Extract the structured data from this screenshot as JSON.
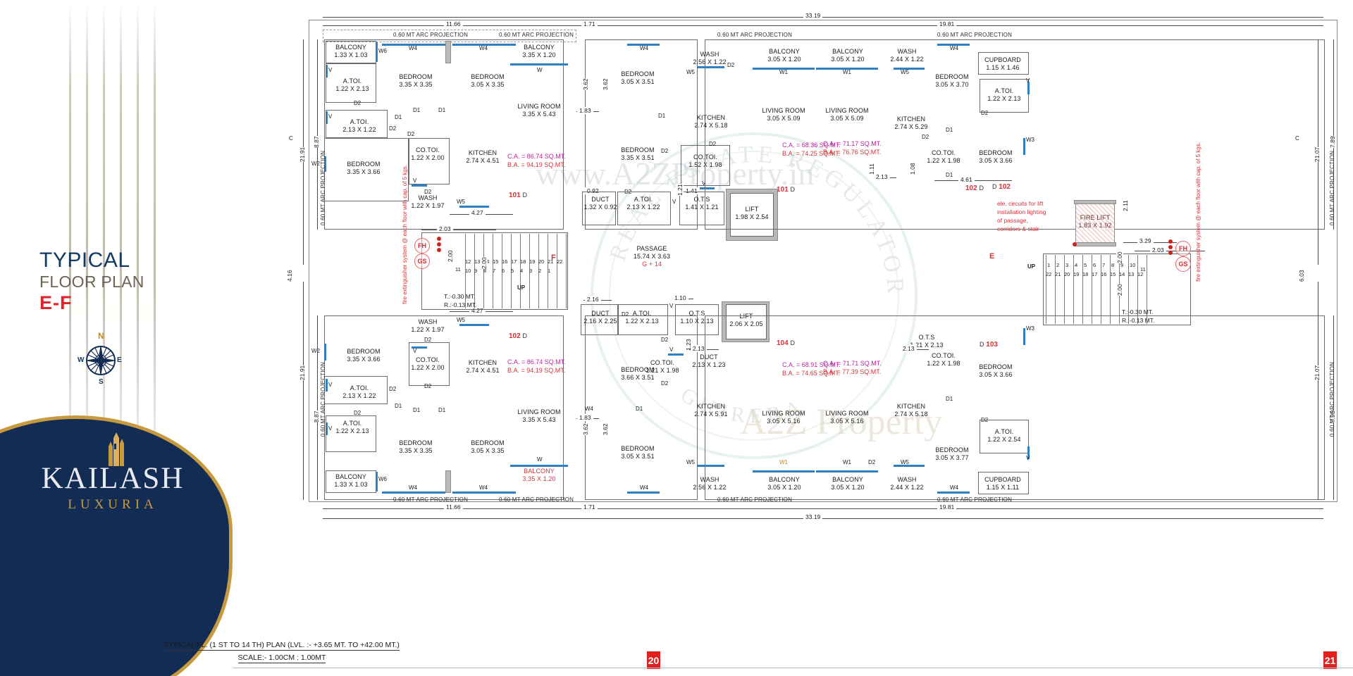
{
  "title_panel": {
    "line1": "TYPICAL",
    "line2": "FLOOR PLAN",
    "line3": "E-F",
    "compass": {
      "n": "N",
      "s": "S",
      "e": "E",
      "w": "W"
    },
    "logo": {
      "name": "KAILASH",
      "sub": "LUXURIA"
    }
  },
  "footer": {
    "plan_title": "TYPICAL FL. (1 ST TO 14 TH) PLAN (LVL. :- +3.65 MT. TO +42.00 MT.)",
    "scale": "SCALE:- 1.00CM : 1.00MT",
    "page_left": "20",
    "page_right": "21"
  },
  "watermarks": {
    "seal": "GUJRERA",
    "brand": "A2Z Property",
    "site": "www.A2ZProperty.in",
    "authority": "REAL ESTATE REGULATORY AUTHORITY"
  },
  "notes": {
    "arc_projection": "0.60 MT ARC PROJECTION",
    "tread_riser": "T.:-0.30 MT.\nR.:-0.13 MT.",
    "tread": "T.:-0.30 MT.",
    "riser": "R.:-0.13 MT.",
    "fire_ext": "fire extinguisher system @ each floor with cap. of 5 kgs.",
    "ele_circuit": "ele. circuits for lift installation lighting of passage, corridors & stair",
    "up": "UP",
    "fh": "FH",
    "gs": "GS"
  },
  "overall_dims": {
    "top_total": "33.19",
    "top_left_span": "11.66",
    "top_mid_span": "1.71",
    "top_right_span": "19.81",
    "bottom_total": "33.19",
    "bottom_left_span": "11.66",
    "bottom_mid_span": "1.71",
    "bottom_right_span": "19.81",
    "left_upper": "8.87",
    "left_lower": "8.87",
    "left_total_upper": "21.91",
    "left_total_lower": "21.91",
    "left_small": "4.16",
    "right_upper": "7.89",
    "right_lower": "7.95",
    "right_total_upper": "21.07",
    "right_total_lower": "21.07",
    "right_small": "6.03",
    "grid_c_left": "C",
    "grid_c_right": "C",
    "stair_width_left": "2.03",
    "stair_width_right": "2.03",
    "stair_run": "2.00",
    "stair_span": "4.27",
    "lobby_327": "3.29",
    "dim_461": "4.61",
    "dim_213": "2.13",
    "dim_111": "1.11",
    "dim_108": "1.08",
    "dim_211": "2.11",
    "dim_183": "1.83",
    "dim_362": "3.62",
    "dim_092": "0.92",
    "dim_141": "1.41",
    "dim_121": "1.21",
    "dim_110": "1.10",
    "dim_216": "2.16",
    "dim_123": "1.23"
  },
  "units": [
    {
      "label": "101",
      "suffix": "D",
      "ca": "C.A. = 86.74 SQ.MT.",
      "ba": "B.A. = 94.19 SQ.MT."
    },
    {
      "label": "102",
      "suffix": "D",
      "ca": "C.A. = 86.74 SQ.MT.",
      "ba": "B.A. = 94.19 SQ.MT."
    },
    {
      "label": "101",
      "suffix": "D",
      "ca": "C.A. = 68.36 SQ.MT.",
      "ba": "B.A. = 74.25 SQ.MT."
    },
    {
      "label": "102",
      "suffix": "D",
      "ca": "C.A. = 71.17 SQ.MT.",
      "ba": "B.A. = 76.76 SQ.MT."
    },
    {
      "label": "104",
      "suffix": "D",
      "ca": "C.A. = 68.91 SQ.MT.",
      "ba": "B.A. = 74.65 SQ.MT."
    },
    {
      "label": "103",
      "suffix": "D",
      "ca": "C.A. = 71.71 SQ.MT.",
      "ba": "B.A. = 77.39 SQ.MT."
    }
  ],
  "block_letters": {
    "f": "F",
    "e": "E"
  },
  "rooms": {
    "ul": {
      "balcony": {
        "n": "BALCONY",
        "d": "1.33 X 1.03"
      },
      "bed1": {
        "n": "BEDROOM",
        "d": "3.35 X 3.35"
      },
      "bed2": {
        "n": "BEDROOM",
        "d": "3.05 X 3.35"
      },
      "atoi1": {
        "n": "A.TOI.",
        "d": "1.22 X 2.13"
      },
      "atoi2": {
        "n": "A.TOI.",
        "d": "2.13 X 1.22"
      },
      "bed3": {
        "n": "BEDROOM",
        "d": "3.35 X 3.66"
      },
      "cotoi": {
        "n": "CO.TOI.",
        "d": "1.22 X 2.00"
      },
      "kitchen": {
        "n": "KITCHEN",
        "d": "2.74 X 4.51"
      },
      "wash": {
        "n": "WASH",
        "d": "1.22 X 1.97"
      },
      "living": {
        "n": "LIVING ROOM",
        "d": "3.35 X 5.43"
      },
      "balcony2": {
        "n": "BALCONY",
        "d": "3.35 X 1.20"
      }
    },
    "ll": {
      "balcony": {
        "n": "BALCONY",
        "d": "1.33 X 1.03"
      },
      "bed1": {
        "n": "BEDROOM",
        "d": "3.35 X 3.35"
      },
      "bed2": {
        "n": "BEDROOM",
        "d": "3.05 X 3.35"
      },
      "atoi1": {
        "n": "A.TOI.",
        "d": "1.22 X 2.13"
      },
      "atoi2": {
        "n": "A.TOI.",
        "d": "2.13 X 1.22"
      },
      "bed3": {
        "n": "BEDROOM",
        "d": "3.35 X 3.66"
      },
      "cotoi": {
        "n": "CO.TOI.",
        "d": "1.22 X 2.00"
      },
      "kitchen": {
        "n": "KITCHEN",
        "d": "2.74 X 4.51"
      },
      "wash": {
        "n": "WASH",
        "d": "1.22 X 1.97"
      },
      "living": {
        "n": "LIVING ROOM",
        "d": "3.35 X 5.43"
      },
      "balcony2": {
        "n": "BALCONY",
        "d": "3.35 X 1.20"
      }
    },
    "cu": {
      "bed_top": {
        "n": "BEDROOM",
        "d": "3.05 X 3.51"
      },
      "bed_mid": {
        "n": "BEDROOM",
        "d": "3.35 X 3.51"
      },
      "duct": {
        "n": "DUCT",
        "d": "1.32 X 0.92"
      },
      "atoi": {
        "n": "A.TOI.",
        "d": "2.13 X 1.22"
      },
      "cotoi": {
        "n": "CO.TOI.",
        "d": "1.52 X 1.98"
      },
      "ots": {
        "n": "O.T.S",
        "d": "1.41 X 1.21"
      },
      "lift": {
        "n": "LIFT",
        "d": "1.98 X 2.54"
      },
      "passage": {
        "n": "PASSAGE",
        "d": "15.74 X 3.63",
        "extra": "G + 14"
      }
    },
    "cl": {
      "duct": {
        "n": "DUCT",
        "d": "2.16 X 2.25"
      },
      "atoi": {
        "n": "A.TOI.",
        "d": "1.22 X 2.13"
      },
      "ots": {
        "n": "O.T.S",
        "d": "1.10 X 2.13"
      },
      "lift": {
        "n": "LIFT",
        "d": "2.06 X 2.05"
      },
      "bed_mid": {
        "n": "BEDROOM",
        "d": "3.66 X 3.51"
      },
      "bed_bot": {
        "n": "BEDROOM",
        "d": "3.05 X 3.51"
      },
      "cotoi": {
        "n": "CO.TOI.",
        "d": "1.21 X 1.98"
      },
      "duct2": {
        "n": "DUCT",
        "d": "2.13 X 1.23"
      }
    },
    "ru": {
      "wash": {
        "n": "WASH",
        "d": "2.56 X 1.22"
      },
      "balcony1": {
        "n": "BALCONY",
        "d": "3.05 X 1.20"
      },
      "balcony2": {
        "n": "BALCONY",
        "d": "3.05 X 1.20"
      },
      "wash2": {
        "n": "WASH",
        "d": "2.44 X 1.22"
      },
      "kitchen1": {
        "n": "KITCHEN",
        "d": "2.74 X 5.18"
      },
      "living1": {
        "n": "LIVING ROOM",
        "d": "3.05 X 5.09"
      },
      "living2": {
        "n": "LIVING ROOM",
        "d": "3.05 X 5.09"
      },
      "kitchen2": {
        "n": "KITCHEN",
        "d": "2.74 X 5.29"
      },
      "cupboard": {
        "n": "CUPBOARD",
        "d": "1.15 X 1.46"
      },
      "bed_corner": {
        "n": "BEDROOM",
        "d": "3.05 X 3.70"
      },
      "atoi_corner": {
        "n": "A.TOI.",
        "d": "1.22 X 2.13"
      },
      "bed_right": {
        "n": "BEDROOM",
        "d": "3.05 X 3.66"
      },
      "cotoi": {
        "n": "CO.TOI.",
        "d": "1.22 X 1.98"
      },
      "firelift": {
        "n": "FIRE LIFT",
        "d": "1.83 X 1.92"
      }
    },
    "rl": {
      "wash": {
        "n": "WASH",
        "d": "2.56 X 1.22"
      },
      "balcony1": {
        "n": "BALCONY",
        "d": "3.05 X 1.20"
      },
      "balcony2": {
        "n": "BALCONY",
        "d": "3.05 X 1.20"
      },
      "wash2": {
        "n": "WASH",
        "d": "2.44 X 1.22"
      },
      "kitchen1": {
        "n": "KITCHEN",
        "d": "2.74 X 5.91"
      },
      "living1": {
        "n": "LIVING ROOM",
        "d": "3.05 X 5.16"
      },
      "living2": {
        "n": "LIVING ROOM",
        "d": "3.05 X 5.16"
      },
      "kitchen2": {
        "n": "KITCHEN",
        "d": "2.74 X 5.18"
      },
      "cupboard": {
        "n": "CUPBOARD",
        "d": "1.15 X 1.11"
      },
      "bed_corner": {
        "n": "BEDROOM",
        "d": "3.05 X 3.77"
      },
      "atoi_corner": {
        "n": "A.TOI.",
        "d": "1.22 X 2.54"
      },
      "bed_right": {
        "n": "BEDROOM",
        "d": "3.05 X 3.66"
      },
      "cotoi": {
        "n": "CO.TOI.",
        "d": "1.22 X 1.98"
      },
      "ots": {
        "n": "O.T.S",
        "d": "1.21 X 2.13"
      }
    }
  },
  "openings": {
    "W1": "W1",
    "W2": "W2",
    "W3": "W3",
    "W4": "W4",
    "W5": "W5",
    "W6": "W6",
    "D": "D",
    "D1": "D1",
    "D2": "D2",
    "V": "V"
  },
  "stair_numbers_left_top": [
    "12",
    "13",
    "14",
    "15",
    "16",
    "17",
    "18",
    "19",
    "20",
    "21",
    "22"
  ],
  "stair_numbers_left_bot": [
    "10",
    "9",
    "8",
    "7",
    "6",
    "5",
    "4",
    "3",
    "2",
    "1"
  ],
  "stair_left_11": "11",
  "stair_numbers_right_top": [
    "1",
    "2",
    "3",
    "4",
    "5",
    "6",
    "7",
    "8",
    "9",
    "10"
  ],
  "stair_numbers_right_bot": [
    "22",
    "21",
    "20",
    "19",
    "18",
    "17",
    "16",
    "15",
    "14",
    "13",
    "12"
  ],
  "stair_right_11": "11",
  "colors": {
    "navy": "#132c54",
    "gold": "#c79a3f",
    "red": "#e0222b",
    "magenta": "#c020a0",
    "window_blue": "#2f7fc4",
    "page_badge": "#e02020"
  }
}
